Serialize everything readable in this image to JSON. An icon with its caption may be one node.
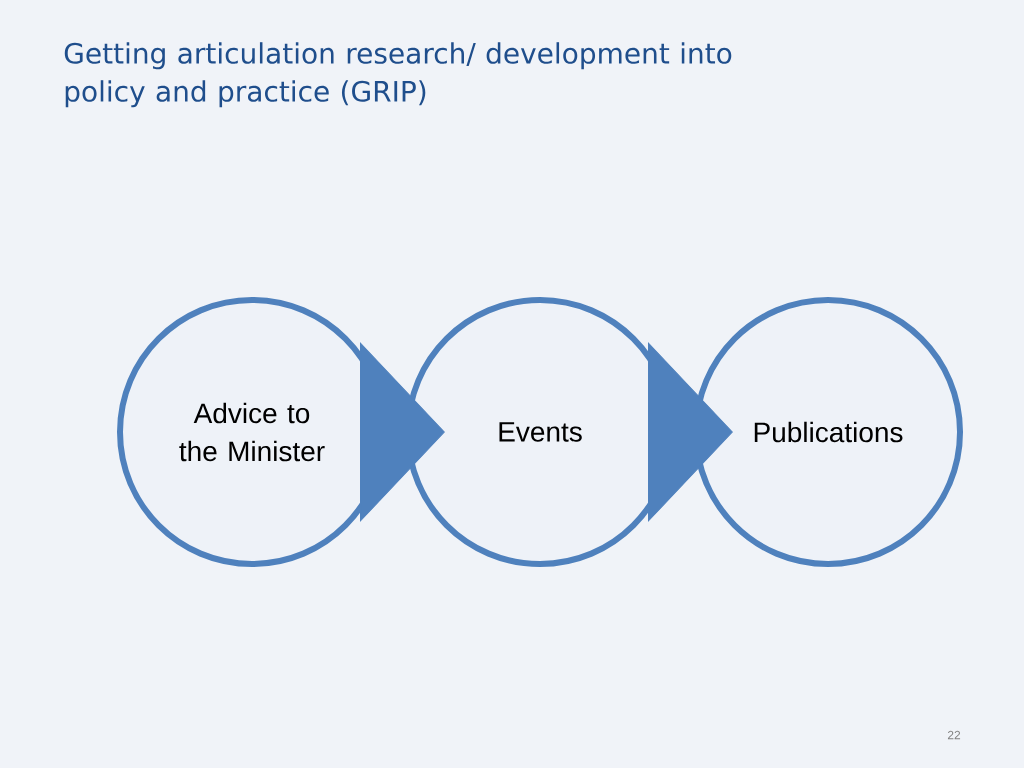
{
  "diagram": {
    "title": "Getting articulation research/ development into policy and practice (GRIP)",
    "nodes": [
      {
        "text": [
          "Advice to the Minister"
        ]
      },
      {
        "text": [
          "Events"
        ]
      },
      {
        "text": [
          "Publications"
        ]
      }
    ],
    "edges": [
      {
        "from": 0,
        "to": 1,
        "arrow": "to"
      },
      {
        "from": 1,
        "to": 2,
        "arrow": "to"
      }
    ],
    "labels": [
      "22"
    ]
  }
}
